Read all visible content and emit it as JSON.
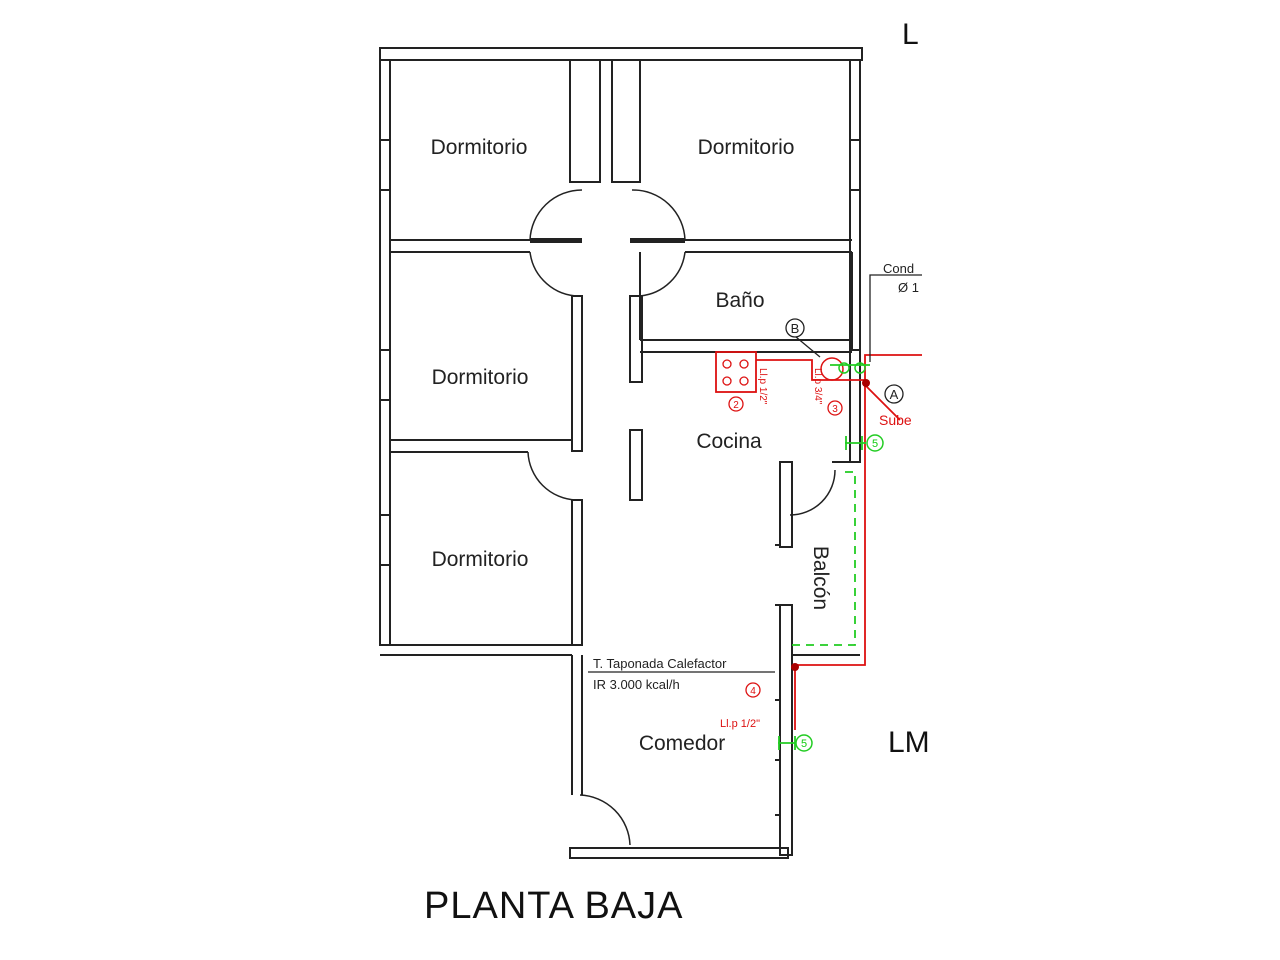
{
  "rooms": {
    "dormitorio_1": "Dormitorio",
    "dormitorio_2": "Dormitorio",
    "dormitorio_3": "Dormitorio",
    "dormitorio_4": "Dormitorio",
    "bano": "Baño",
    "cocina": "Cocina",
    "balcon": "Balcón",
    "comedor": "Comedor"
  },
  "labels": {
    "lm_top": "L",
    "lm_right": "LM",
    "cond_line1": "Cond",
    "cond_line2": "Ø 1",
    "sube": "Sube",
    "calefactor_line1": "T. Taponada Calefactor",
    "calefactor_line2": "IR 3.000 kcal/h",
    "llp_half_kitchen": "Ll.p 1/2\"",
    "llp_three_quarter": "Ll.p 3/4\"",
    "llp_half_comedor": "Ll.p 1/2\"",
    "title": "PLANTA BAJA"
  },
  "markers": {
    "a": "A",
    "b": "B",
    "n2": "2",
    "n3": "3",
    "n4": "4",
    "n5_kitchen": "5",
    "n5_comedor": "5"
  },
  "colors": {
    "walls": "#222222",
    "gas_pipe": "#dd1111",
    "ventilation": "#22cc22"
  }
}
